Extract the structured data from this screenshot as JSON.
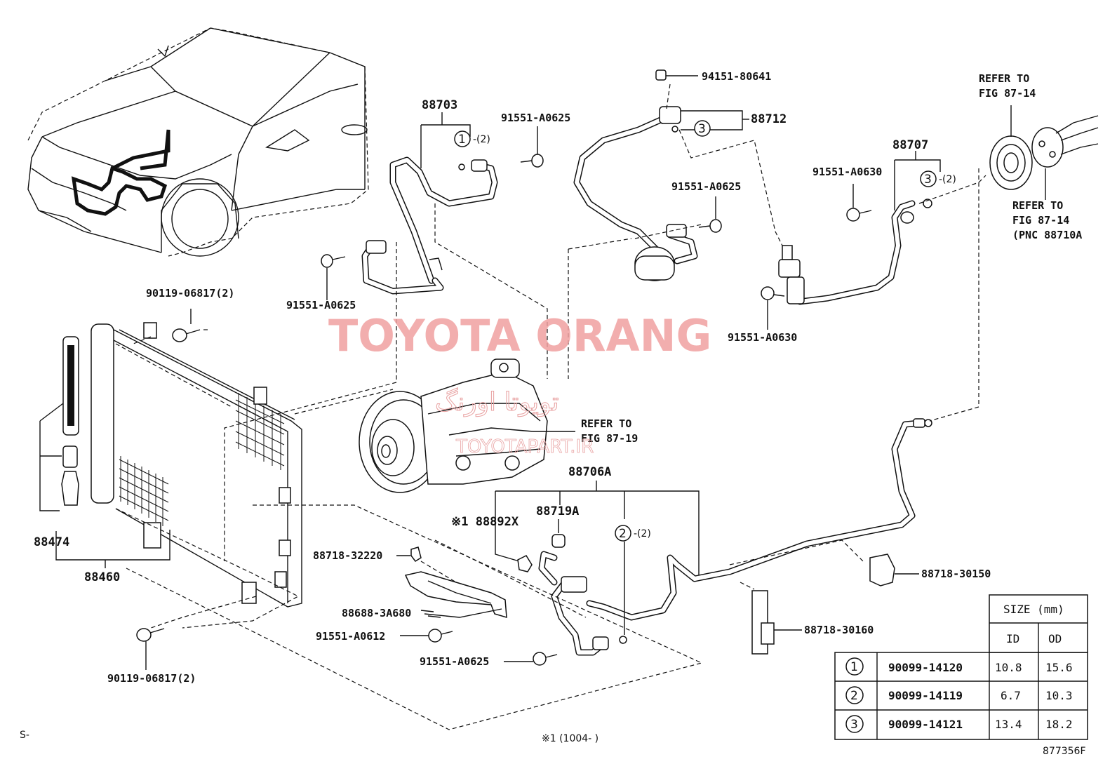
{
  "watermark": {
    "title": "TOYOTA ORANG",
    "arabic": "تويوتا اورنگ",
    "url": "TOYOTAPART.IR"
  },
  "labels": {
    "p88703": "88703",
    "p91551_a0625_top": "91551-A0625",
    "p94151": "94151-80641",
    "p88712": "88712",
    "p91551_a0625_mid": "91551-A0625",
    "p91551_a0630_top": "91551-A0630",
    "p88707": "88707",
    "refer_fig_87_14_a": "REFER TO",
    "refer_fig_87_14_a2": "FIG 87-14",
    "refer_fig_87_14_b": "REFER TO",
    "refer_fig_87_14_b2": "FIG 87-14",
    "refer_fig_87_14_b3": "(PNC 88710A",
    "p91551_a0625_left": "91551-A0625",
    "p90119_top": "90119-06817(2)",
    "p91551_a0630_bot": "91551-A0630",
    "refer_fig_87_19": "REFER TO",
    "refer_fig_87_19b": "FIG 87-19",
    "p88706a": "88706A",
    "p88892x": "※1 88892X",
    "p88719a": "88719A",
    "p88474": "88474",
    "p88460": "88460",
    "p88718_32220": "88718-32220",
    "p88688": "88688-3A680",
    "p91551_a0612": "91551-A0612",
    "p91551_a0625_bot": "91551-A0625",
    "p90119_bot": "90119-06817(2)",
    "p88718_30150": "88718-30150",
    "p88718_30160": "88718-30160",
    "qty2": "-(2)",
    "circle1": "1",
    "circle2": "2",
    "circle3": "3",
    "footnote": "※1 (1004-    )",
    "s_mark": "S-",
    "fig_code": "877356F"
  },
  "size_table": {
    "header": "SIZE (mm)",
    "col_id": "ID",
    "col_od": "OD",
    "rows": [
      {
        "mark": "1",
        "part": "90099-14120",
        "id": "10.8",
        "od": "15.6"
      },
      {
        "mark": "2",
        "part": "90099-14119",
        "id": "6.7",
        "od": "10.3"
      },
      {
        "mark": "3",
        "part": "90099-14121",
        "id": "13.4",
        "od": "18.2"
      }
    ]
  }
}
